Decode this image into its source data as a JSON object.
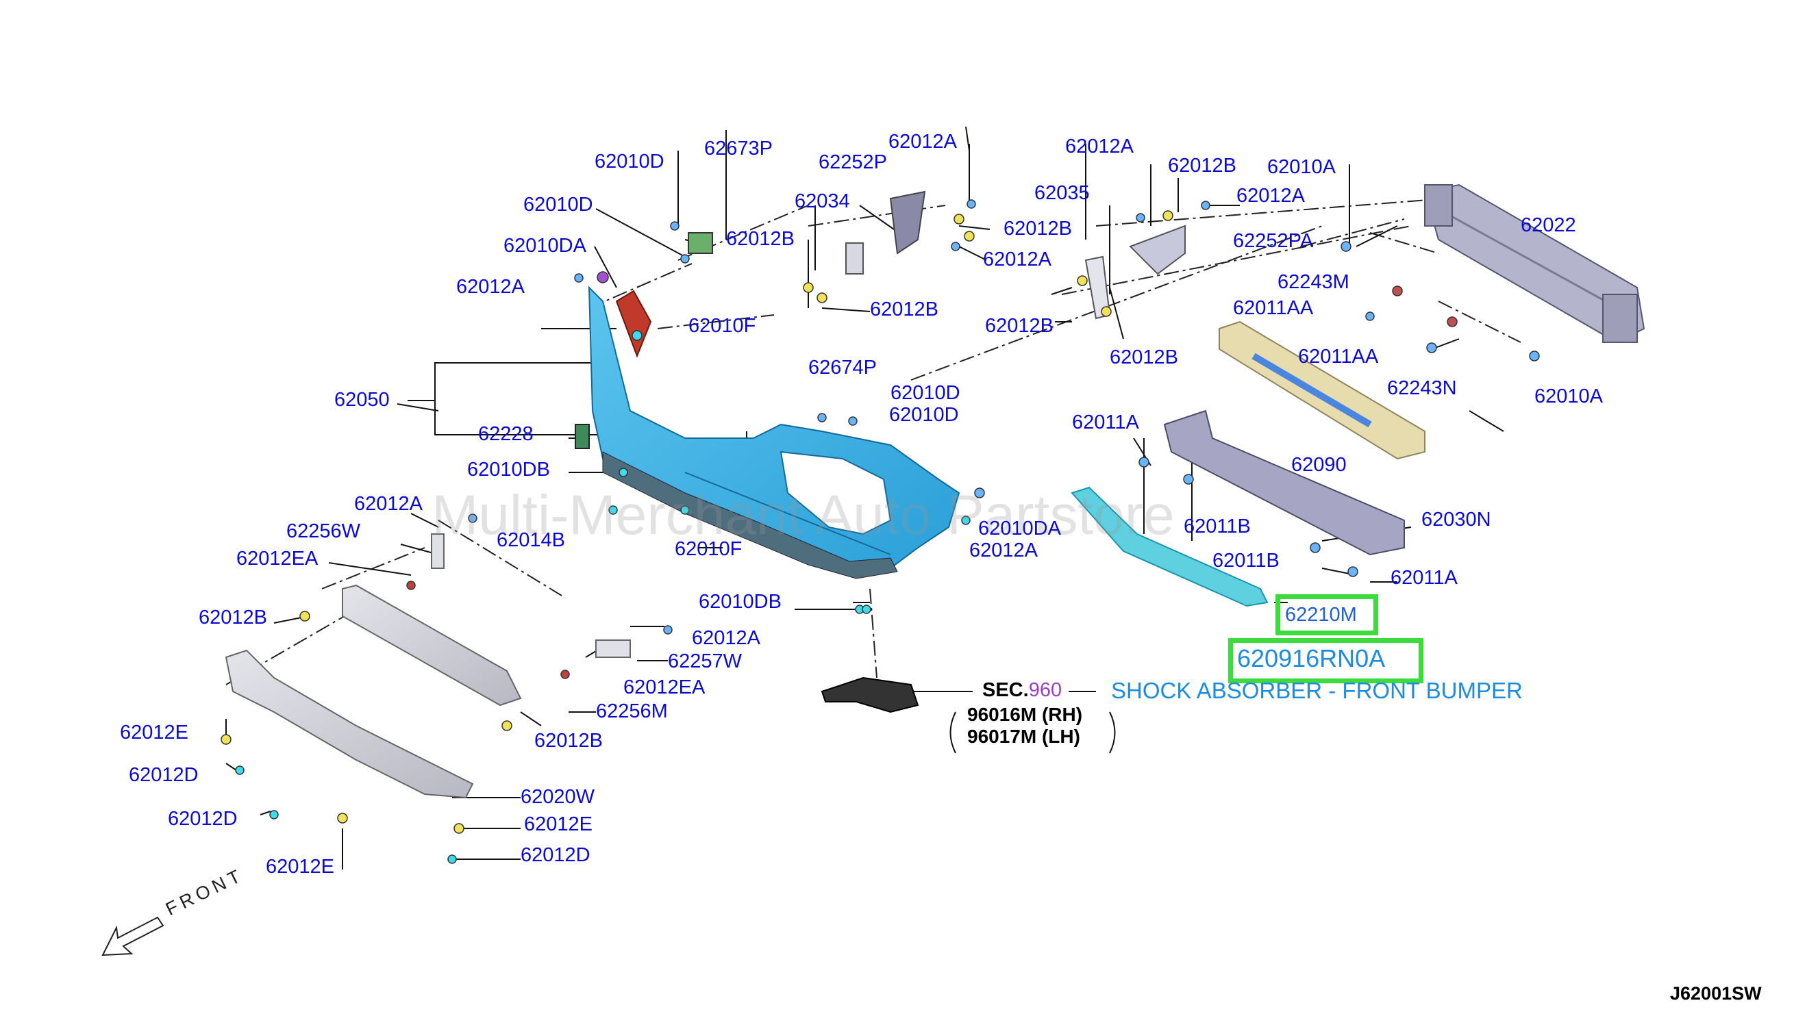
{
  "callouts": [
    {
      "id": "62010D",
      "text": "62010D"
    },
    {
      "id": "62673P",
      "text": "62673P"
    },
    {
      "id": "62010D-b",
      "text": "62010D"
    },
    {
      "id": "62012B",
      "text": "62012B"
    },
    {
      "id": "62010DA",
      "text": "62010DA"
    },
    {
      "id": "62012A",
      "text": "62012A"
    },
    {
      "id": "62010F",
      "text": "62010F"
    },
    {
      "id": "62050",
      "text": "62050"
    },
    {
      "id": "62228",
      "text": "62228"
    },
    {
      "id": "62010DB",
      "text": "62010DB"
    },
    {
      "id": "62012A-b",
      "text": "62012A"
    },
    {
      "id": "62256W",
      "text": "62256W"
    },
    {
      "id": "62012EA",
      "text": "62012EA"
    },
    {
      "id": "62014B",
      "text": "62014B"
    },
    {
      "id": "62010F-b",
      "text": "62010F"
    },
    {
      "id": "62012B-b",
      "text": "62012B"
    },
    {
      "id": "62252P",
      "text": "62252P"
    },
    {
      "id": "62012A-c",
      "text": "62012A"
    },
    {
      "id": "62034",
      "text": "62034"
    },
    {
      "id": "62012B-c",
      "text": "62012B"
    },
    {
      "id": "62012A-d",
      "text": "62012A"
    },
    {
      "id": "62012B-d",
      "text": "62012B"
    },
    {
      "id": "62674P",
      "text": "62674P"
    },
    {
      "id": "62010D-c",
      "text": "62010D"
    },
    {
      "id": "62010D-d",
      "text": "62010D"
    },
    {
      "id": "62010DA-b",
      "text": "62010DA"
    },
    {
      "id": "62012A-e",
      "text": "62012A"
    },
    {
      "id": "62010DB-b",
      "text": "62010DB"
    },
    {
      "id": "62012A-f",
      "text": "62012A"
    },
    {
      "id": "62257W",
      "text": "62257W"
    },
    {
      "id": "62012EA-b",
      "text": "62012EA"
    },
    {
      "id": "62256M",
      "text": "62256M"
    },
    {
      "id": "62012B-e",
      "text": "62012B"
    },
    {
      "id": "62012E",
      "text": "62012E"
    },
    {
      "id": "62012D",
      "text": "62012D"
    },
    {
      "id": "62012D-b",
      "text": "62012D"
    },
    {
      "id": "62012E-b",
      "text": "62012E"
    },
    {
      "id": "62020W",
      "text": "62020W"
    },
    {
      "id": "62012E-c",
      "text": "62012E"
    },
    {
      "id": "62012D-c",
      "text": "62012D"
    },
    {
      "id": "62012A-g",
      "text": "62012A"
    },
    {
      "id": "62035",
      "text": "62035"
    },
    {
      "id": "62012B-f",
      "text": "62012B"
    },
    {
      "id": "62012A-h",
      "text": "62012A"
    },
    {
      "id": "62012B-g",
      "text": "62012B"
    },
    {
      "id": "62012B-h",
      "text": "62012B"
    },
    {
      "id": "62010A",
      "text": "62010A"
    },
    {
      "id": "62252PA",
      "text": "62252PA"
    },
    {
      "id": "62022",
      "text": "62022"
    },
    {
      "id": "62243M",
      "text": "62243M"
    },
    {
      "id": "62011AA",
      "text": "62011AA"
    },
    {
      "id": "62011AA-b",
      "text": "62011AA"
    },
    {
      "id": "62243N",
      "text": "62243N"
    },
    {
      "id": "62010A-b",
      "text": "62010A"
    },
    {
      "id": "62011A",
      "text": "62011A"
    },
    {
      "id": "62090",
      "text": "62090"
    },
    {
      "id": "62011B",
      "text": "62011B"
    },
    {
      "id": "62030N",
      "text": "62030N"
    },
    {
      "id": "62011B-b",
      "text": "62011B"
    },
    {
      "id": "62011A-b",
      "text": "62011A"
    },
    {
      "id": "62210M",
      "text": "62210M"
    }
  ],
  "highlight": {
    "part_number": "620916RN0A",
    "description": "SHOCK ABSORBER - FRONT BUMPER",
    "color": "#3cdc3c"
  },
  "section_ref": {
    "prefix": "SEC.",
    "number": "960",
    "rh": "96016M (RH)",
    "lh": "96017M (LH)"
  },
  "front_arrow": "FRONT",
  "diagram_code": "J62001SW",
  "watermark": "Multi-Merchant Auto Partstore",
  "colors": {
    "label": "#0a0ad2",
    "bumper": "#3fb3e8",
    "highlight": "#3cdc3c",
    "description": "#1c8be0",
    "section_number": "#9a3fc9"
  }
}
